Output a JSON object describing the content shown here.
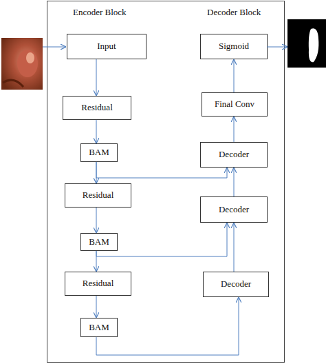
{
  "diagram": {
    "nodes": [
      {
        "text": [
          "Encoder Block",
          "Decoder Block"
        ]
      },
      {
        "text": [
          "Input"
        ],
        "in": 0
      },
      {
        "text": [
          "Residual"
        ],
        "in": 0
      },
      {
        "text": [
          "BAM"
        ],
        "in": 0
      },
      {
        "text": [
          "Residual"
        ],
        "in": 0
      },
      {
        "text": [
          "BAM"
        ],
        "in": 0
      },
      {
        "text": [
          "Residual"
        ],
        "in": 0
      },
      {
        "text": [
          "BAM"
        ],
        "in": 0
      },
      {
        "text": [
          "Sigmoid"
        ],
        "in": 0
      },
      {
        "text": [
          "Final Conv"
        ],
        "in": 0
      },
      {
        "text": [
          "Decoder"
        ],
        "in": 0
      },
      {
        "text": [
          "Decoder"
        ],
        "in": 0
      },
      {
        "text": [
          "Decoder"
        ],
        "in": 0
      }
    ],
    "edges": [
      {
        "from": 1,
        "to": 2,
        "arrow": "to"
      },
      {
        "from": 2,
        "to": 3,
        "arrow": "to"
      },
      {
        "from": 3,
        "to": 4,
        "arrow": "to"
      },
      {
        "from": 4,
        "to": 5,
        "arrow": "to"
      },
      {
        "from": 5,
        "to": 6,
        "arrow": "to"
      },
      {
        "from": 6,
        "to": 7,
        "arrow": "to"
      },
      {
        "from": 7,
        "to": 12,
        "arrow": "to"
      },
      {
        "from": 12,
        "to": 11,
        "arrow": "to"
      },
      {
        "from": 11,
        "to": 10,
        "arrow": "to"
      },
      {
        "from": 10,
        "to": 9,
        "arrow": "to"
      },
      {
        "from": 9,
        "to": 8,
        "arrow": "to"
      },
      {
        "from": 3,
        "to": 10,
        "arrow": "to"
      },
      {
        "from": 5,
        "to": 11,
        "arrow": "to"
      }
    ]
  }
}
